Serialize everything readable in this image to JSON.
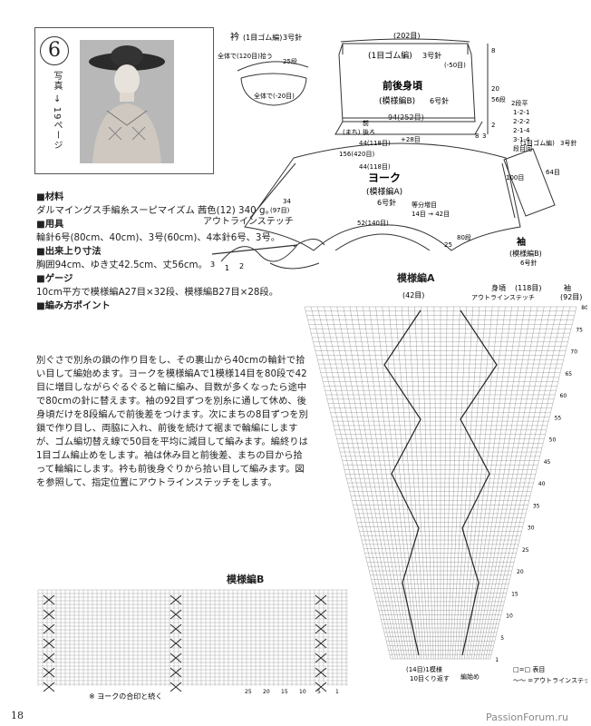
{
  "page": {
    "number": "18",
    "watermark": "PassionForum.ru"
  },
  "header": {
    "pattern_number": "6",
    "photo_ref": "写真 → 19ページ"
  },
  "materials": {
    "materials_title": "■材料",
    "materials_text": "ダルマイングス手編糸スーピマイズム 茜色(12) 340 g。",
    "tools_title": "■用具",
    "tools_text": "輪針6号(80cm、40cm)、3号(60cm)、4本針6号、3号。",
    "size_title": "■出来上り寸法",
    "size_text": "胸囲94cm、ゆき丈42.5cm、丈56cm。",
    "gauge_title": "■ゲージ",
    "gauge_text": "10cm平方で模様編A27目×32段、模様編B27目×28段。",
    "points_title": "■編み方ポイント",
    "points_text": "ダルマイングス手編糸スーピマイズム 茜色(12) 340 g。輪針6号(80cm、40cm)、3号(60cm)、4本針6号、3号。胸囲94cm、ゆき丈42.5cm、丈56cm。10cm平方で模様編A27目×32段、模様編B27目×28段。別ぐさで別糸の鎖の作り目をし、その裏山から40cmの輪針で拾い目して編始めます。ヨークを模様編Aで1模様14目を80段で42目に増目しながらぐるぐると輪に編み、目数が多くなったら途中で80cmの針に替えます。袖の92目ずつを別糸に通して休め、後身頃だけを8段編んで前後差をつけます。次にまちの8目ずつを別鎖で作り目し、両脇に入れ、前後を続けて裾まで輪編にしますが、ゴム編切替え線で50目を平均に減目して編みます。編終りは1目ゴム編止めをします。袖は休み目と前後差、まちの目から拾って輪編にします。衿も前後身ぐりから拾い目して編みます。図を参照して、指定位置にアウトラインステッチをします。"
  },
  "stitch": {
    "label": "アウトラインステッチ"
  },
  "schematic": {
    "collar_title": "衿",
    "collar_rib": "(1目ゴム編)",
    "collar_needle": "3号針",
    "collar_total": "全体で(120目)拾う",
    "collar_total2": "全体で(-20目)",
    "collar_rows": "25段",
    "rib_label": "(1目ゴム編)",
    "rib_needle": "3号針",
    "top_width": "(202目)",
    "minus50": "(-50目)",
    "body_title": "前後身頃",
    "body_pattern": "(模様編B)",
    "body_needle": "6号針",
    "body_width": "94(252目)",
    "side_label1": "前",
    "side_label2": "後ろ",
    "machi": "(まち)",
    "plus28": "+28目",
    "dim_8": "8",
    "dim_20": "20",
    "dim_56": "56段",
    "dim_2": "2",
    "dim_8b": "8",
    "dim_3": "3",
    "yoke_top": "44(118目)",
    "yoke_mid": "156(420目)",
    "yoke_mid2": "44(118目)",
    "yoke_title": "ヨーク",
    "yoke_pattern": "(模様編A)",
    "yoke_needle": "6号針",
    "yoke_start": "52(140目)",
    "yoke_note": "等分増目",
    "yoke_note2": "14目 → 42目",
    "dim_34": "34",
    "dim_97": "(97目)",
    "dim_25": "25",
    "dim_80": "80段",
    "sleeve_title": "袖",
    "sleeve_pattern": "(模様編B)",
    "sleeve_needle": "6号針",
    "sleeve_rib": "(1目ゴム編)",
    "sleeve_rib_needle": "3号針",
    "sleeve_100": "100目",
    "sleeve_64": "64目",
    "sleeve_dim": "2段平",
    "sleeve_dim2": "1-2-1",
    "sleeve_dim3": "2-2-2",
    "sleeve_dim4": "2-1-4",
    "sleeve_dim5": "3-1-4",
    "sleeve_dim6": "段目回"
  },
  "pattern_a": {
    "title": "模様編A",
    "body_label": "身頃",
    "body_count": "(118目)",
    "sleeve_label": "袖",
    "sleeve_count": "(92目)",
    "top_count": "(42目)",
    "outline_label": "アウトラインステッチ",
    "bottom_label": "(14目)1模様",
    "bottom_label2": "10目くり返す",
    "start_label": "編始め",
    "legend_1": "□=□ 表目",
    "legend_2": "〜〜 =アウトラインステッチ",
    "row_labels": [
      "80",
      "75",
      "70",
      "65",
      "60",
      "55",
      "50",
      "45",
      "40",
      "35",
      "30",
      "25",
      "20",
      "15",
      "10",
      "5",
      "1"
    ]
  },
  "pattern_b": {
    "title": "模様編B",
    "note": "※ ヨークの合印と続く",
    "col_labels": [
      "25",
      "20",
      "15",
      "10",
      "5",
      "1"
    ]
  }
}
